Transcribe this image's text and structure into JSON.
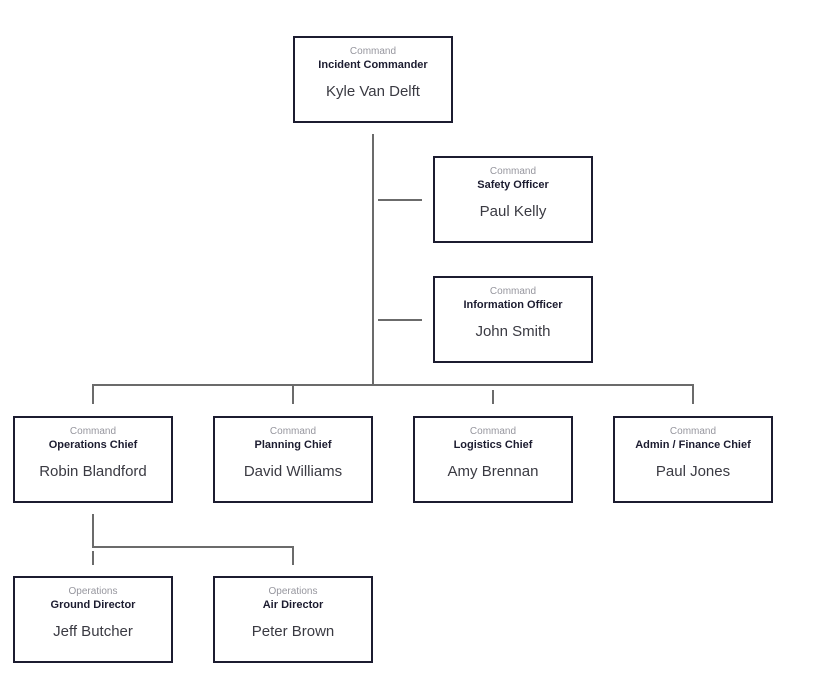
{
  "diagram": {
    "type": "org-chart",
    "background": "#ffffff"
  },
  "colors": {
    "box_border": "#1c1c30",
    "connector": "#6b6b6b",
    "group_label": "#96969e",
    "role_text": "#1c1c30",
    "name_text": "#3a3a42",
    "box_fill": "#ffffff"
  },
  "nodes": [
    {
      "id": "incident-commander",
      "group": "Command",
      "role": "Incident Commander",
      "name": "Kyle Van Delft"
    },
    {
      "id": "safety-officer",
      "group": "Command",
      "role": "Safety Officer",
      "name": "Paul Kelly"
    },
    {
      "id": "information-officer",
      "group": "Command",
      "role": "Information Officer",
      "name": "John Smith"
    },
    {
      "id": "operations-chief",
      "group": "Command",
      "role": "Operations Chief",
      "name": "Robin Blandford"
    },
    {
      "id": "planning-chief",
      "group": "Command",
      "role": "Planning Chief",
      "name": "David Williams"
    },
    {
      "id": "logistics-chief",
      "group": "Command",
      "role": "Logistics Chief",
      "name": "Amy Brennan"
    },
    {
      "id": "admin-finance-chief",
      "group": "Command",
      "role": "Admin / Finance Chief",
      "name": "Paul Jones"
    },
    {
      "id": "ground-director",
      "group": "Operations",
      "role": "Ground Director",
      "name": "Jeff Butcher"
    },
    {
      "id": "air-director",
      "group": "Operations",
      "role": "Air Director",
      "name": "Peter Brown"
    }
  ],
  "edges": [
    {
      "from": "incident-commander",
      "to": "safety-officer"
    },
    {
      "from": "incident-commander",
      "to": "information-officer"
    },
    {
      "from": "incident-commander",
      "to": "operations-chief"
    },
    {
      "from": "incident-commander",
      "to": "planning-chief"
    },
    {
      "from": "incident-commander",
      "to": "logistics-chief"
    },
    {
      "from": "incident-commander",
      "to": "admin-finance-chief"
    },
    {
      "from": "operations-chief",
      "to": "ground-director"
    },
    {
      "from": "operations-chief",
      "to": "air-director"
    }
  ]
}
